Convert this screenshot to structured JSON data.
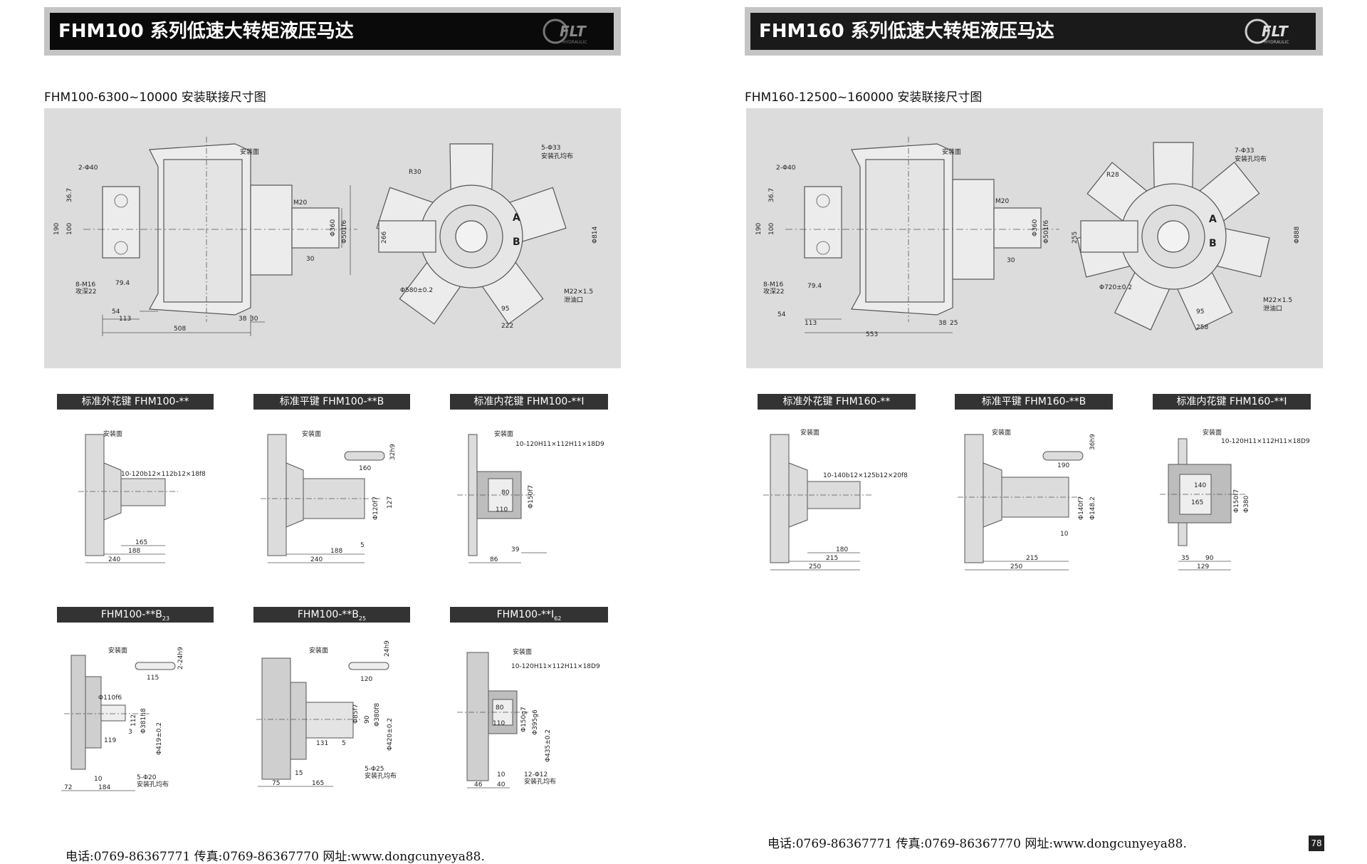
{
  "left": {
    "header_title": "FHM100 系列低速大转矩液压马达",
    "subtitle": "FHM100-6300~10000 安装联接尺寸图",
    "main_drawing": {
      "labels": [
        "安装面",
        "2-Φ40",
        "36.7",
        "100",
        "190",
        "M20",
        "Φ360",
        "Φ501f6",
        "30",
        "8-M16",
        "攻深22",
        "79.4",
        "54",
        "113",
        "508",
        "38",
        "30",
        "5-Φ33",
        "安装孔均布",
        "R30",
        "266",
        "A",
        "B",
        "Φ814",
        "Φ580±0.2",
        "M22×1.5",
        "泄油口",
        "95",
        "222"
      ]
    },
    "details": [
      {
        "label": "标准外花键 FHM100-**",
        "dims": [
          "安装面",
          "10-120b12×112b12×18f8",
          "165",
          "188",
          "240"
        ]
      },
      {
        "label": "标准平键 FHM100-**B",
        "dims": [
          "安装面",
          "32h9",
          "160",
          "Φ120f7",
          "127",
          "5",
          "188",
          "240"
        ]
      },
      {
        "label": "标准内花键 FHM100-**I",
        "dims": [
          "安装面",
          "10-120H11×112H11×18D9",
          "80",
          "110",
          "Φ150f7",
          "39",
          "86"
        ]
      },
      {
        "label": "FHM100-**B",
        "sub": "23",
        "dims": [
          "安装面",
          "2-24h9",
          "115",
          "Φ110f6",
          "112",
          "Φ381h8",
          "3",
          "119",
          "Φ419±0.2",
          "10",
          "5-Φ20",
          "安装孔均布",
          "72",
          "184"
        ]
      },
      {
        "label": "FHM100-**B",
        "sub": "25",
        "dims": [
          "安装面",
          "24h9",
          "120",
          "Φ85f7",
          "90",
          "Φ380f8",
          "Φ420±0.2",
          "131",
          "5",
          "15",
          "5-Φ25",
          "安装孔均布",
          "75",
          "165"
        ]
      },
      {
        "label": "FHM100-**I",
        "sub": "62",
        "dims": [
          "安装面",
          "10-120H11×112H11×18D9",
          "80",
          "110",
          "Φ150g7",
          "Φ395g6",
          "Φ435±0.2",
          "10",
          "12-Φ12",
          "安装孔均布",
          "46",
          "40"
        ]
      }
    ],
    "footer": "电话:0769-86367771 传真:0769-86367770 网址:www.dongcunyeya88."
  },
  "right": {
    "header_title": "FHM160 系列低速大转矩液压马达",
    "subtitle": "FHM160-12500~160000 安装联接尺寸图",
    "main_drawing": {
      "labels": [
        "安装面",
        "2-Φ40",
        "36.7",
        "100",
        "190",
        "M20",
        "Φ360",
        "Φ501f6",
        "30",
        "8-M16",
        "攻深22",
        "79.4",
        "54",
        "113",
        "553",
        "38",
        "25",
        "7-Φ33",
        "安装孔均布",
        "R28",
        "255",
        "A",
        "B",
        "Φ888",
        "Φ720±0.2",
        "M22×1.5",
        "泄油口",
        "95",
        "258"
      ]
    },
    "details": [
      {
        "label": "标准外花键 FHM160-**",
        "dims": [
          "安装面",
          "10-140b12×125b12×20f8",
          "180",
          "215",
          "250"
        ]
      },
      {
        "label": "标准平键 FHM160-**B",
        "dims": [
          "安装面",
          "36h9",
          "190",
          "Φ140f7",
          "Φ148.2",
          "10",
          "215",
          "250"
        ]
      },
      {
        "label": "标准内花键 FHM160-**I",
        "dims": [
          "安装面",
          "10-120H11×112H11×18D9",
          "140",
          "165",
          "Φ150f7",
          "Φ380",
          "35",
          "90",
          "129"
        ]
      }
    ],
    "footer": "电话:0769-86367771 传真:0769-86367770 网址:www.dongcunyeya88.",
    "page_number": "78"
  },
  "logo": {
    "text": "FLT",
    "subtext": "HYDRAULIC"
  }
}
